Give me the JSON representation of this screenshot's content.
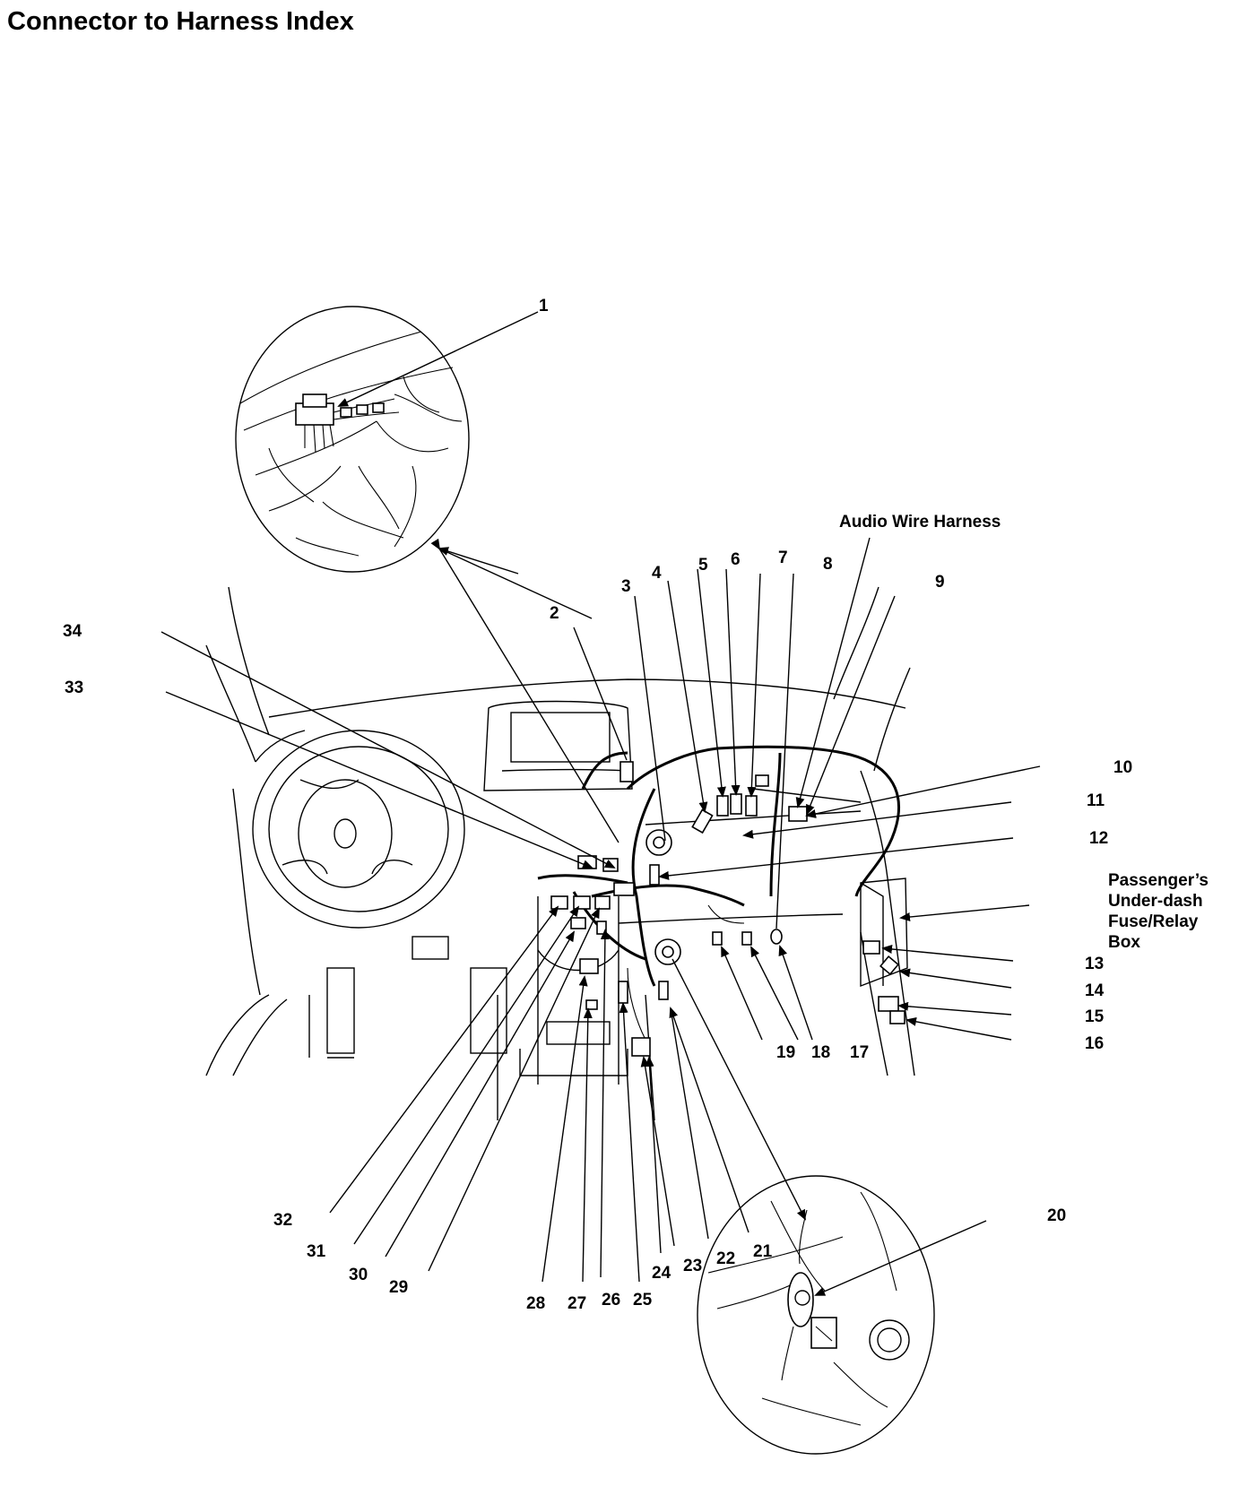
{
  "title": "Connector to Harness Index",
  "harness_label": "Audio Wire Harness",
  "fuse_box_label": [
    "Passenger’s",
    "Under-dash",
    "Fuse/Relay",
    "Box"
  ],
  "callouts": {
    "n1": "1",
    "n2": "2",
    "n3": "3",
    "n4": "4",
    "n5": "5",
    "n6": "6",
    "n7": "7",
    "n8": "8",
    "n9": "9",
    "n10": "10",
    "n11": "11",
    "n12": "12",
    "n13": "13",
    "n14": "14",
    "n15": "15",
    "n16": "16",
    "n17": "17",
    "n18": "18",
    "n19": "19",
    "n20": "20",
    "n21": "21",
    "n22": "22",
    "n23": "23",
    "n24": "24",
    "n25": "25",
    "n26": "26",
    "n27": "27",
    "n28": "28",
    "n29": "29",
    "n30": "30",
    "n31": "31",
    "n32": "32",
    "n33": "33",
    "n34": "34"
  }
}
